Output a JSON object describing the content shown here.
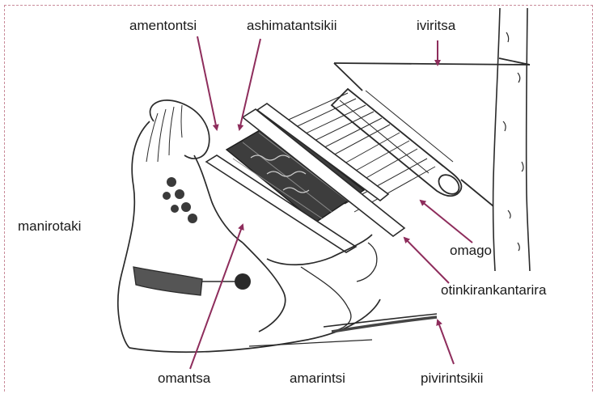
{
  "diagram": {
    "labels": {
      "amentontsi": "amentontsi",
      "ashimatantsikii": "ashimatantsikii",
      "iviritsa": "iviritsa",
      "manirotaki": "manirotaki",
      "omago": "omago",
      "otinkirankantarira": "otinkirankantarira",
      "omantsa": "omantsa",
      "amarintsi": "amarintsi",
      "pivirintsikii": "pivirintsikii"
    },
    "colors": {
      "frame": "#c98b9a",
      "arrow": "#8e2d5c",
      "ink": "#2a2a2a",
      "text": "#1a1a1a"
    }
  }
}
